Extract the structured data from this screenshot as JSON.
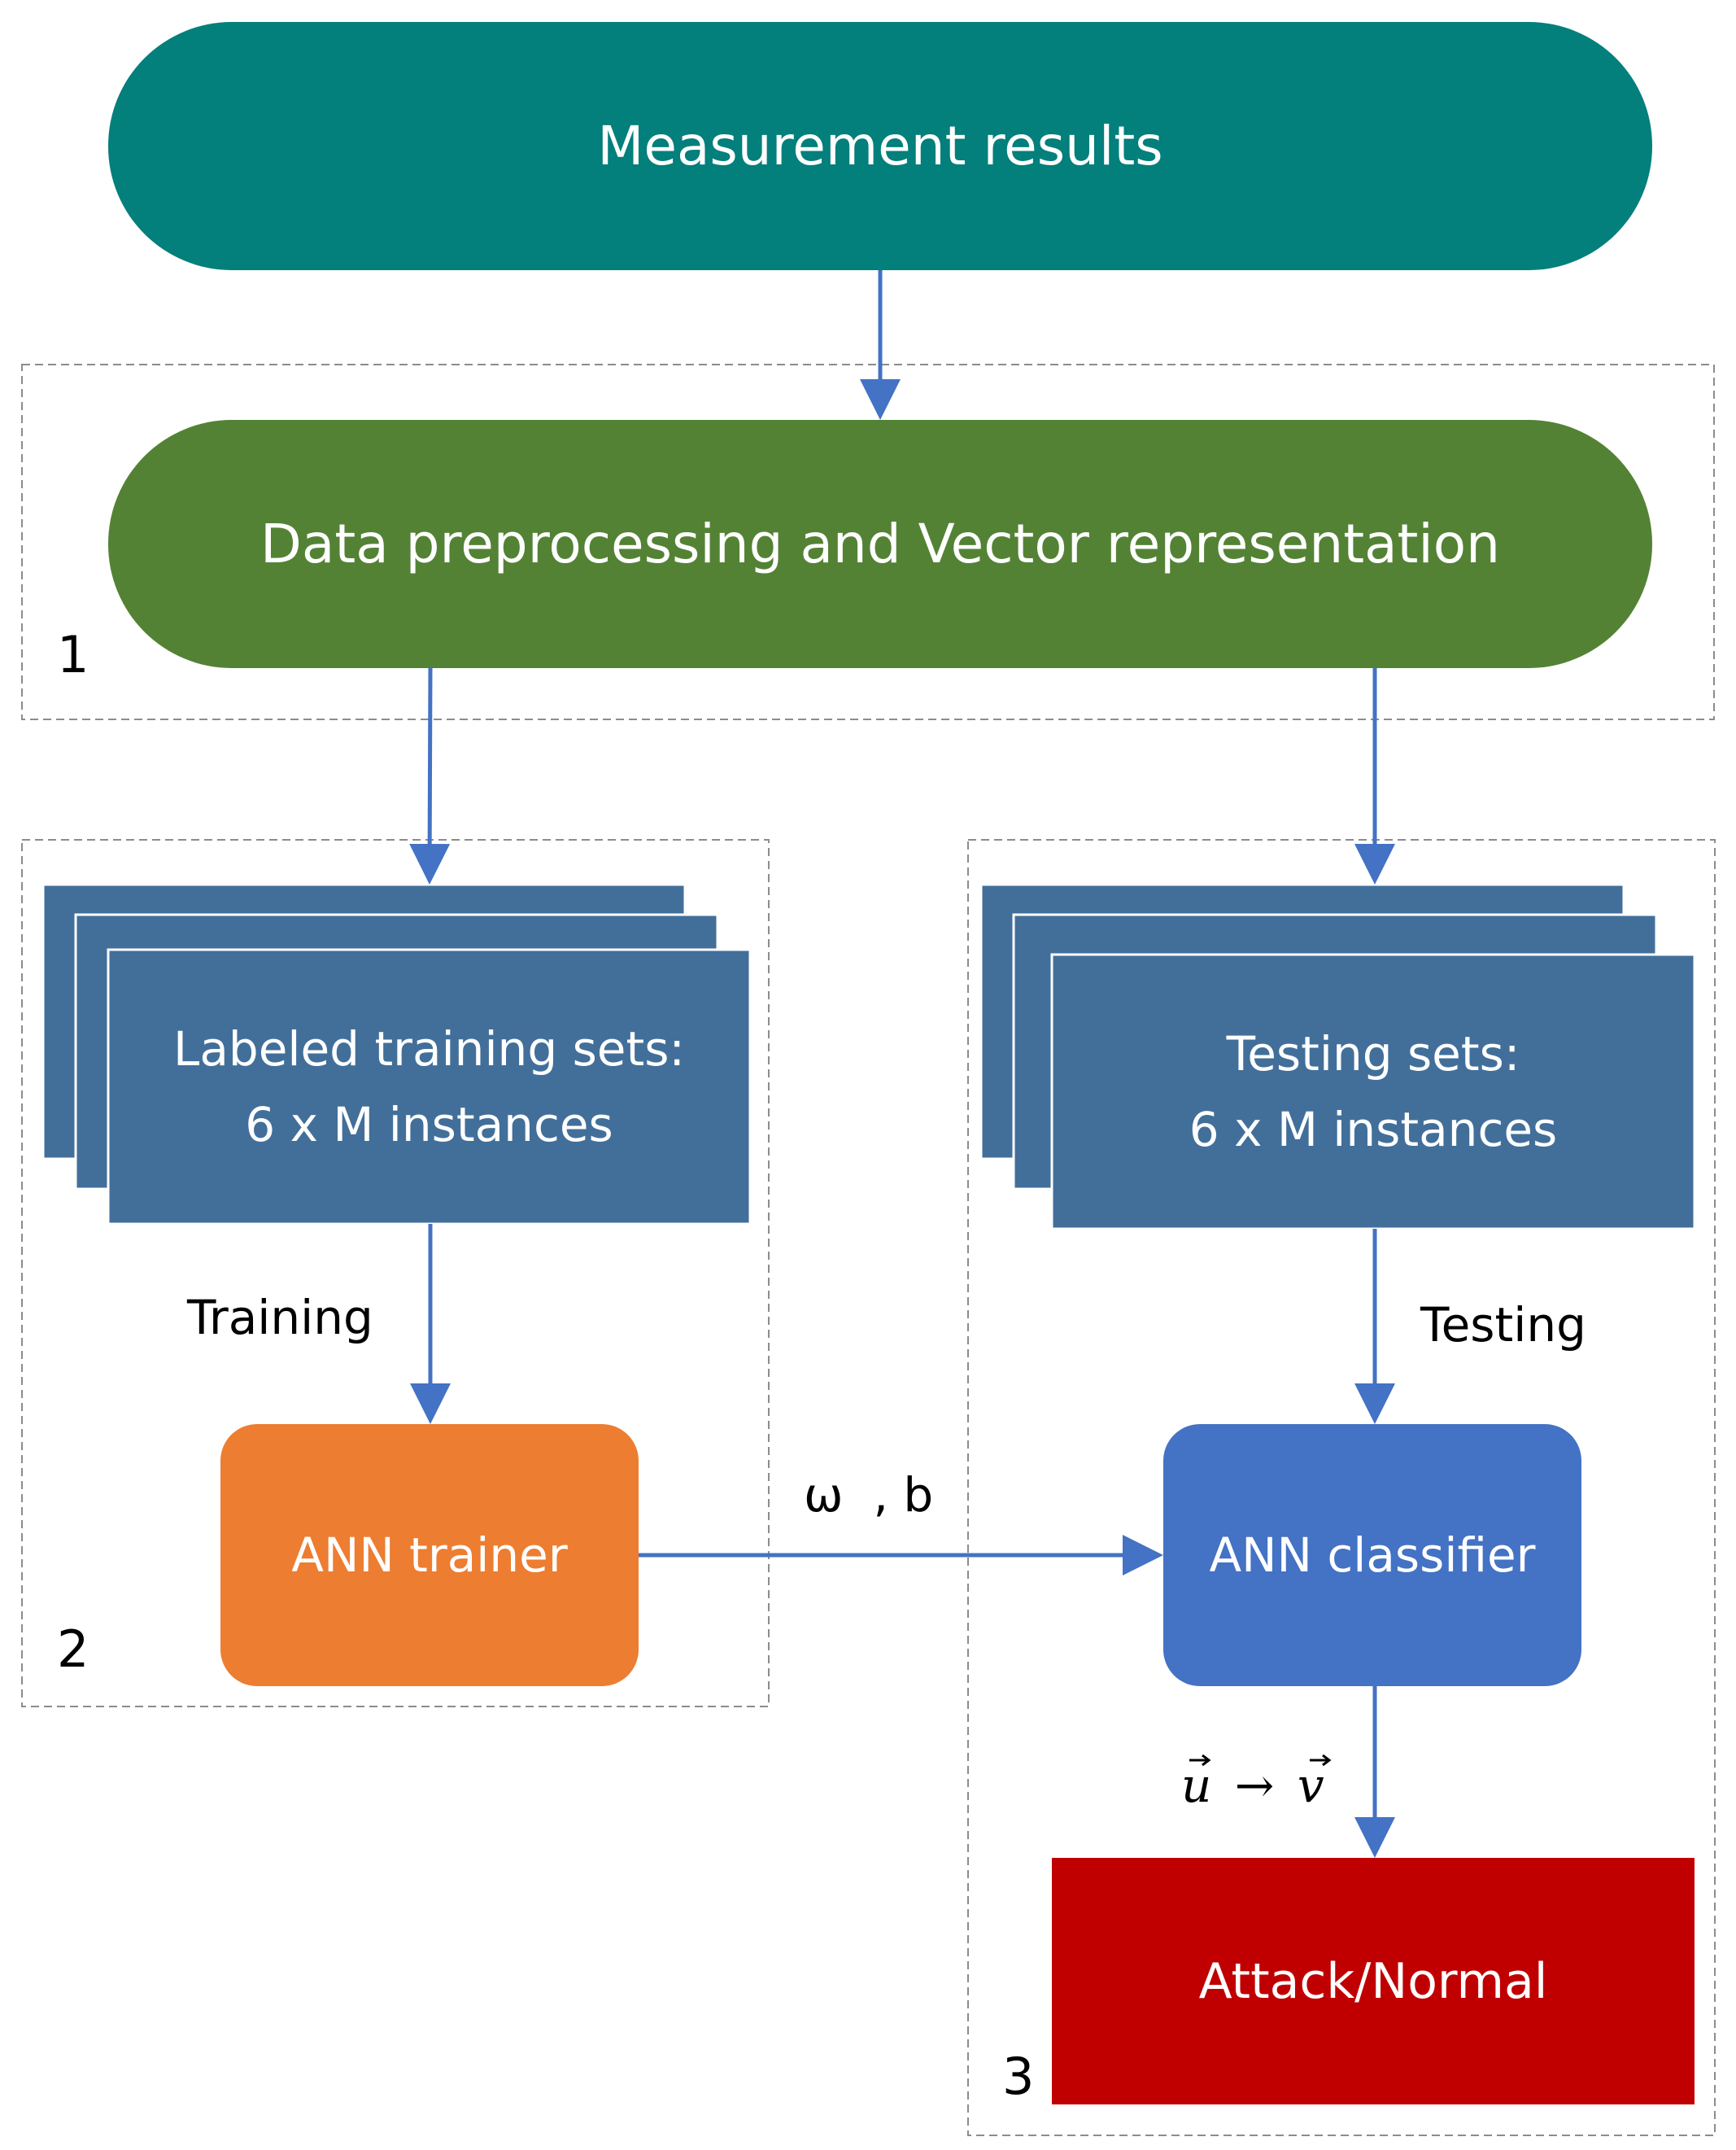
{
  "nodes": {
    "measurement": "Measurement results",
    "preprocessing": "Data preprocessing and Vector representation",
    "training_sets": [
      "Labeled training sets:",
      "6 x M instances"
    ],
    "testing_sets": [
      "Testing sets:",
      "6 x M instances"
    ],
    "ann_trainer": "ANN trainer",
    "ann_classifier": "ANN classifier",
    "output": "Attack/Normal"
  },
  "edge_labels": {
    "training": "Training",
    "testing": "Testing",
    "weights": "ω  , b",
    "mapping_u": "u",
    "mapping_arrow": "→",
    "mapping_v": "v"
  },
  "groups": {
    "group1": "1",
    "group2": "2",
    "group3": "3"
  },
  "colors": {
    "measurement": "#037f7c",
    "preprocessing": "#548235",
    "sets": "#426f9a",
    "trainer": "#ed7d31",
    "classifier": "#4472c4",
    "output": "#c00000",
    "arrow": "#4472c4",
    "group_border": "#8c8c8c"
  }
}
